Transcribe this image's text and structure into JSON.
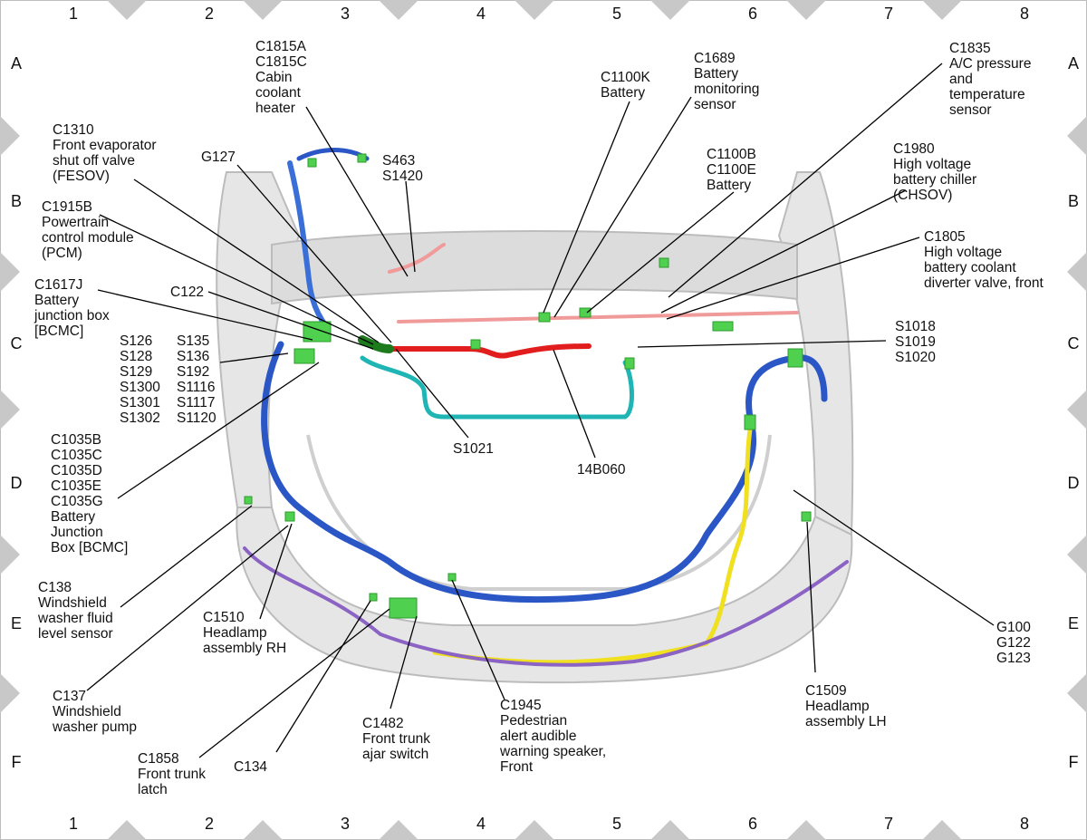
{
  "grid": {
    "columns": [
      "1",
      "2",
      "3",
      "4",
      "5",
      "6",
      "7",
      "8"
    ],
    "rows": [
      "A",
      "B",
      "C",
      "D",
      "E",
      "F"
    ]
  },
  "colors": {
    "frame": "#bdbdbd",
    "vehicle": "#d9d9d9",
    "harness_blue": "#2a56c6",
    "harness_red": "#e21d1d",
    "harness_pink": "#f09a9a",
    "harness_cyan": "#1fb5b5",
    "harness_yellow": "#f0e020",
    "harness_purple": "#8b63c4",
    "connector_green": "#4fd14f",
    "leader": "#000000"
  },
  "labels": {
    "c1815": [
      "C1815A",
      "C1815C",
      "Cabin",
      "coolant",
      "heater"
    ],
    "c1689": [
      "C1689",
      "Battery",
      "monitoring",
      "sensor"
    ],
    "c1835": [
      "C1835",
      "A/C pressure",
      "and",
      "temperature",
      "sensor"
    ],
    "c1100k": [
      "C1100K",
      "Battery"
    ],
    "c1310": [
      "C1310",
      "Front evaporator",
      "shut off valve",
      "(FESOV)"
    ],
    "g127": [
      "G127"
    ],
    "s463": [
      "S463",
      "S1420"
    ],
    "c1100b": [
      "C1100B",
      "C1100E",
      "Battery"
    ],
    "c1980": [
      "C1980",
      "High voltage",
      "battery chiller",
      "(CHSOV)"
    ],
    "c1915b": [
      "C1915B",
      "Powertrain",
      "control module",
      "(PCM)"
    ],
    "c1805": [
      "C1805",
      "High voltage",
      "battery coolant",
      "diverter valve, front"
    ],
    "c1617j": [
      "C1617J",
      "Battery",
      "junction box",
      "[BCMC]"
    ],
    "c122": [
      "C122"
    ],
    "s126": [
      "S126",
      "S128",
      "S129",
      "S1300",
      "S1301",
      "S1302"
    ],
    "s135": [
      "S135",
      "S136",
      "S192",
      "S1116",
      "S1117",
      "S1120"
    ],
    "s1018": [
      "S1018",
      "S1019",
      "S1020"
    ],
    "s1021": [
      "S1021"
    ],
    "p14b060": [
      "14B060"
    ],
    "c1035": [
      "C1035B",
      "C1035C",
      "C1035D",
      "C1035E",
      "C1035G",
      "Battery",
      "Junction",
      "Box [BCMC]"
    ],
    "c138": [
      "C138",
      "Windshield",
      "washer fluid",
      "level sensor"
    ],
    "c1510": [
      "C1510",
      "Headlamp",
      "assembly RH"
    ],
    "g100": [
      "G100",
      "G122",
      "G123"
    ],
    "c137": [
      "C137",
      "Windshield",
      "washer pump"
    ],
    "c1945": [
      "C1945",
      "Pedestrian",
      "alert audible",
      "warning speaker,",
      "Front"
    ],
    "c1509": [
      "C1509",
      "Headlamp",
      "assembly LH"
    ],
    "c1482": [
      "C1482",
      "Front trunk",
      "ajar switch"
    ],
    "c1858": [
      "C1858",
      "Front trunk",
      "latch"
    ],
    "c134": [
      "C134"
    ]
  }
}
